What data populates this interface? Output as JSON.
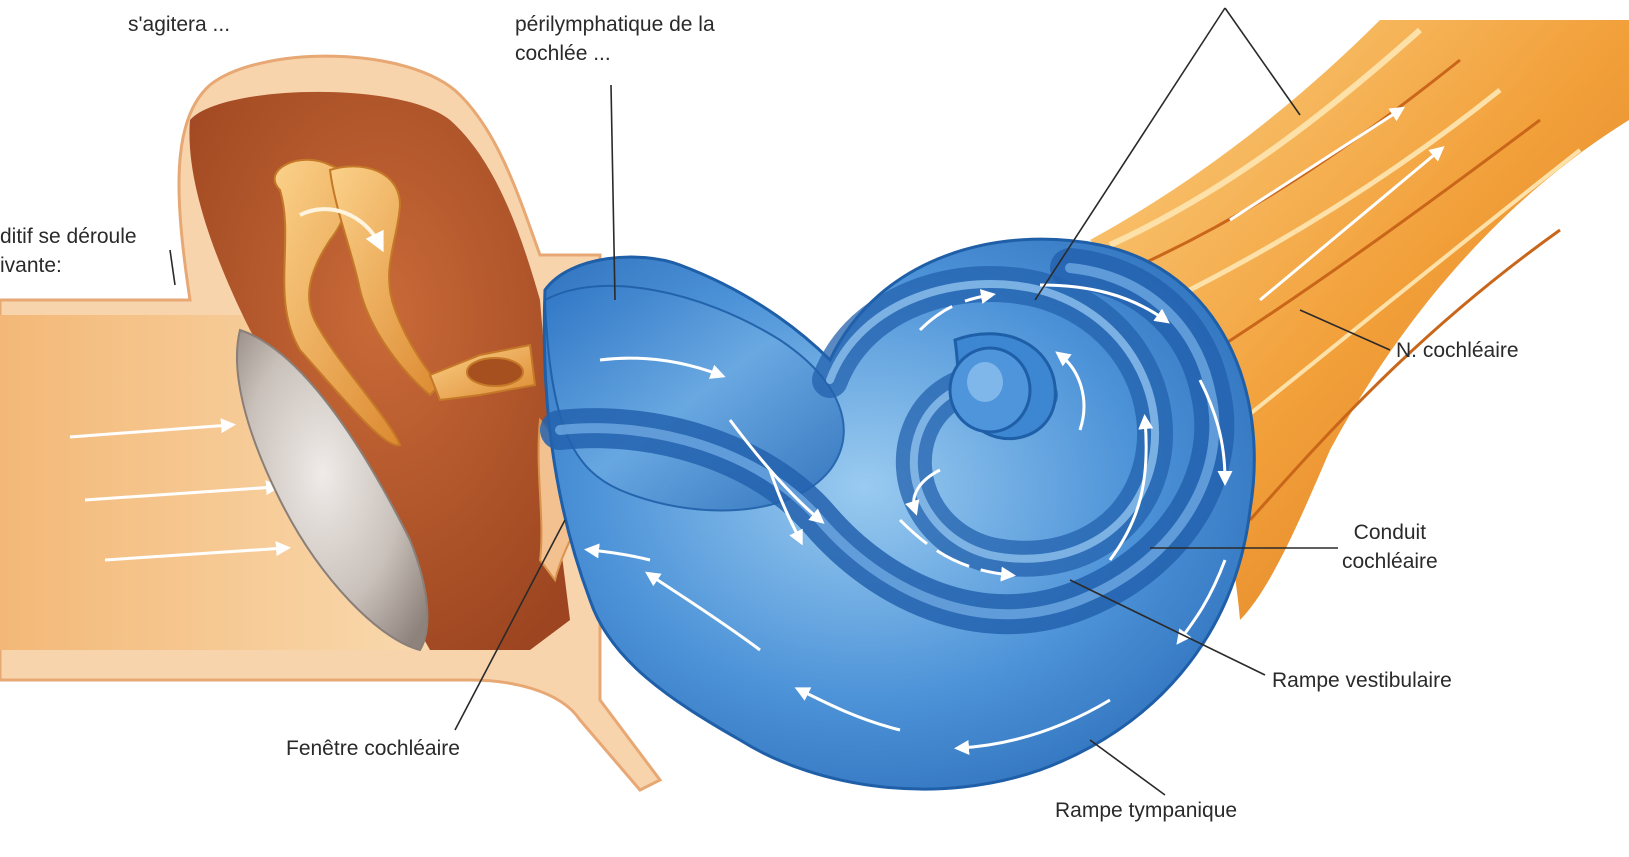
{
  "labels": {
    "top_left": [
      "s'agitera ..."
    ],
    "top_mid": [
      "périlymphatique de la",
      "cochlée ..."
    ],
    "left_edge": [
      "ditif se déroule",
      "ivante:"
    ],
    "n_cochleaire": "N. cochléaire",
    "conduit": [
      "Conduit",
      "cochléaire"
    ],
    "rampe_vestibulaire": "Rampe vestibulaire",
    "fenetre": "Fenêtre cochléaire",
    "rampe_tympanique": "Rampe tympanique"
  },
  "colors": {
    "cochlea_blue": "#3a82cf",
    "cochlea_light": "#8cc0ec",
    "cochlea_dark": "#1f5fa8",
    "middle_ear": "#b85a2c",
    "ossicle": "#eea046",
    "nerve": "#f2a03a",
    "canal": "#f7c68a",
    "eardrum": "#bdb4ae"
  }
}
